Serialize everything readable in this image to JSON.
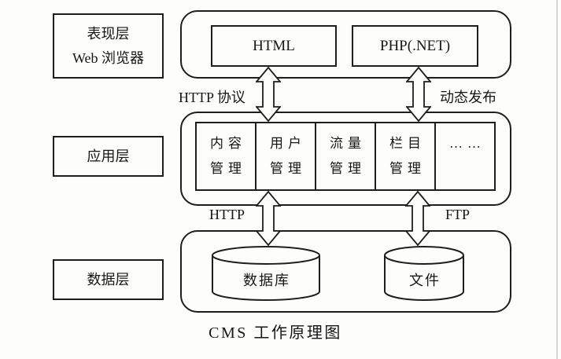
{
  "diagram": {
    "caption": "CMS 工作原理图",
    "layers": {
      "presentation": {
        "line1": "表现层",
        "line2": "Web 浏览器"
      },
      "application": {
        "label": "应用层"
      },
      "data": {
        "label": "数据层"
      }
    },
    "presentation_tier": {
      "items": [
        {
          "label": "HTML"
        },
        {
          "label": "PHP(.NET)"
        }
      ]
    },
    "application_tier": {
      "modules": [
        {
          "line1": "内容",
          "line2": "管理"
        },
        {
          "line1": "用户",
          "line2": "管理"
        },
        {
          "line1": "流量",
          "line2": "管理"
        },
        {
          "line1": "栏目",
          "line2": "管理"
        },
        {
          "line1": "……",
          "line2": ""
        }
      ]
    },
    "data_tier": {
      "stores": [
        {
          "label": "数据库"
        },
        {
          "label": "文件"
        }
      ]
    },
    "connections": {
      "top_left": "HTTP 协议",
      "top_right": "动态发布",
      "bottom_left": "HTTP",
      "bottom_right": "FTP"
    },
    "colors": {
      "line": "#1e1e1e",
      "background": "#fdfdfc"
    }
  }
}
